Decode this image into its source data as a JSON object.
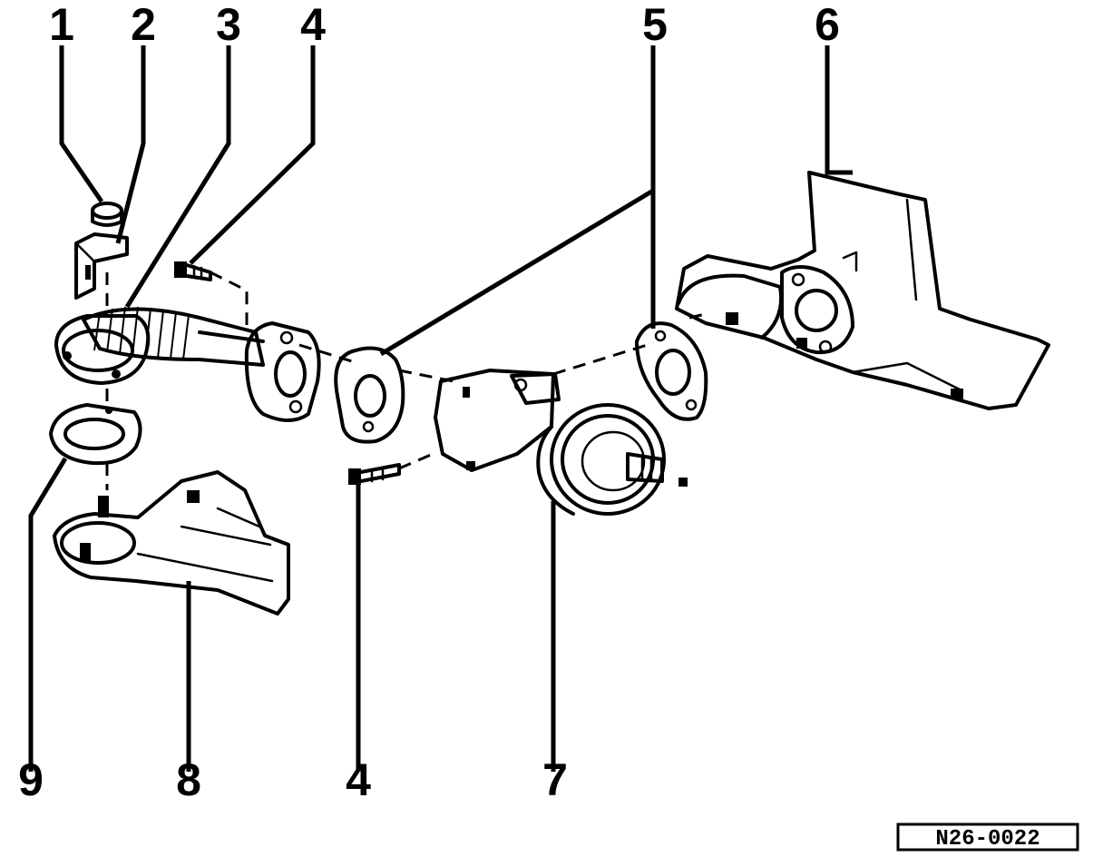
{
  "diagram": {
    "callouts": {
      "c1": "1",
      "c2": "2",
      "c3": "3",
      "c4_top": "4",
      "c5": "5",
      "c6": "6",
      "c7": "7",
      "c8": "8",
      "c9": "9",
      "c4_bottom": "4"
    },
    "reference_code": "N26-0022"
  }
}
